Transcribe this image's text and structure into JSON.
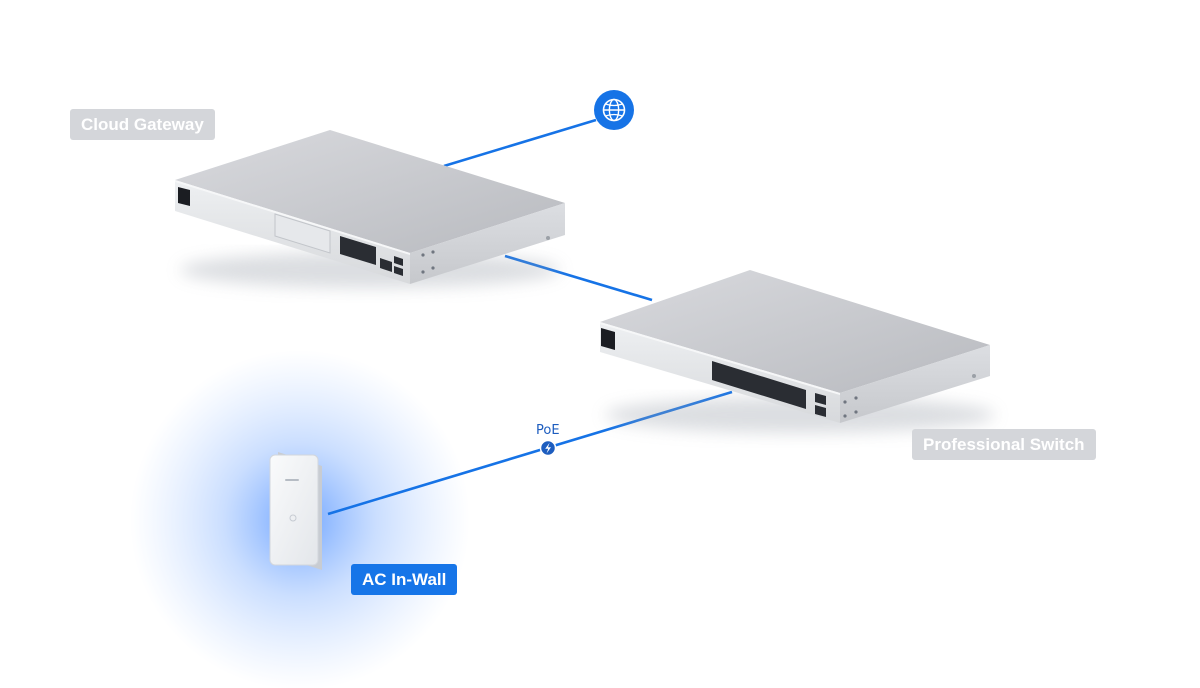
{
  "nodes": {
    "gateway": {
      "label": "Cloud Gateway",
      "state": "muted"
    },
    "switch": {
      "label": "Professional Switch",
      "state": "muted"
    },
    "access_point": {
      "label": "AC In-Wall",
      "state": "active"
    },
    "internet": {
      "icon": "globe-icon"
    }
  },
  "links": {
    "poe": {
      "label": "PoE",
      "icon": "lightning-bolt-icon"
    }
  },
  "colors": {
    "link": "#1673e6",
    "active_label": "#1675e8",
    "muted_label": "#d4d6da",
    "glow": "#4a8cff"
  }
}
